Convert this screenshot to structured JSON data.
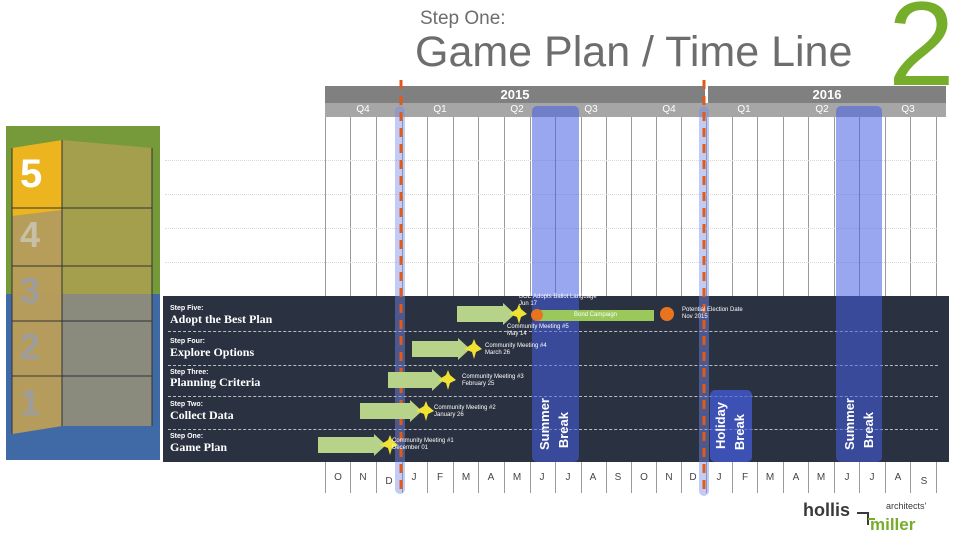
{
  "header": {
    "kicker": "Step One:",
    "title": "Game Plan / Time Line",
    "step_number": "2"
  },
  "timeline": {
    "years": [
      "2015",
      "2016"
    ],
    "quarters": [
      "Q4",
      "Q1",
      "Q2",
      "Q3",
      "Q4",
      "Q1",
      "Q2",
      "Q3"
    ],
    "months": [
      "O",
      "N",
      "D",
      "J",
      "F",
      "M",
      "A",
      "M",
      "J",
      "J",
      "A",
      "S",
      "O",
      "N",
      "D",
      "J",
      "F",
      "M",
      "A",
      "M",
      "J",
      "J",
      "A",
      "S"
    ]
  },
  "steps": [
    {
      "small": "Step Five:",
      "name": "Adopt the Best Plan"
    },
    {
      "small": "Step Four:",
      "name": "Explore Options"
    },
    {
      "small": "Step Three:",
      "name": "Planning Criteria"
    },
    {
      "small": "Step Two:",
      "name": "Collect Data"
    },
    {
      "small": "Step One:",
      "name": "Game Plan"
    }
  ],
  "events": {
    "cm1": {
      "line1": "Community Meeting #1",
      "line2": "December 01"
    },
    "cm2": {
      "line1": "Community Meeting #2",
      "line2": "January 26"
    },
    "cm3": {
      "line1": "Community Meeting #3",
      "line2": "February 25"
    },
    "cm4": {
      "line1": "Community Meeting #4",
      "line2": "March 26"
    },
    "cm5": {
      "line1": "Community Meeting #5",
      "line2": "May 14"
    },
    "boe": {
      "line1": "BOE Adopts Ballot Language",
      "line2": "Jun 17"
    },
    "election": {
      "line1": "Potential Election Date",
      "line2": "Nov 2015"
    },
    "bond": "Bond Campaign"
  },
  "breaks": {
    "summer": {
      "line1": "Summer",
      "line2": "Break"
    },
    "holiday": {
      "line1": "Holiday",
      "line2": "Break"
    }
  },
  "logo": {
    "part1": "hollis",
    "part2": "miller",
    "tag": "architects'"
  },
  "sidebar_numbers": [
    "5",
    "4",
    "3",
    "2",
    "1"
  ],
  "colors": {
    "accent_green": "#76ad2a",
    "panel_navy": "#2a3140",
    "break_blue": "#465fe6",
    "dashed_orange": "#e05a1a"
  }
}
